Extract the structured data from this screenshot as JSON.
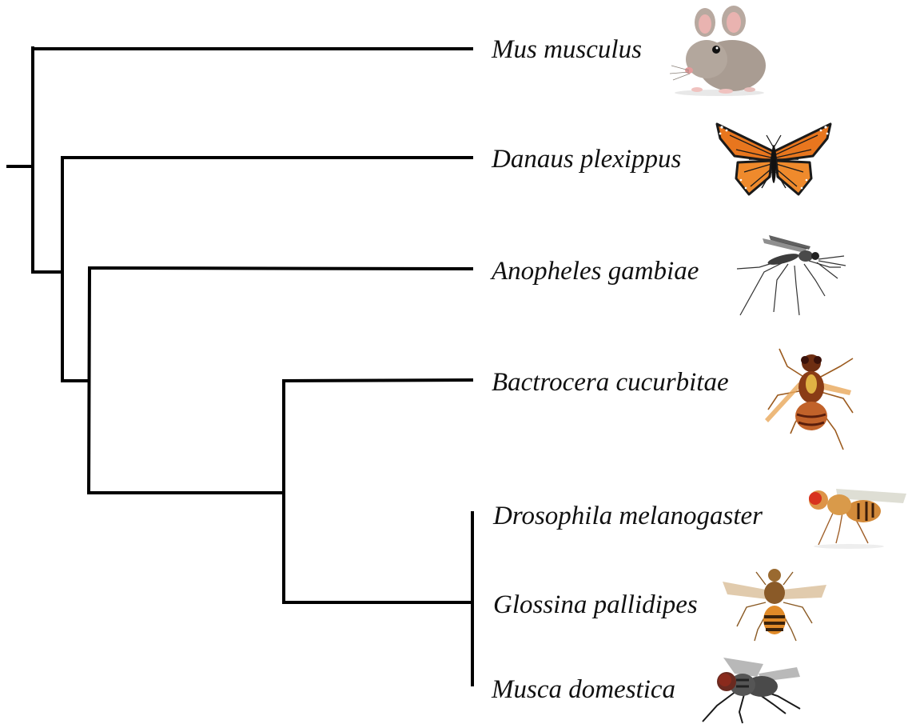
{
  "taxa": [
    {
      "label": "Mus musculus",
      "icon": "mouse-icon"
    },
    {
      "label": "Danaus plexippus",
      "icon": "monarch-butterfly-icon"
    },
    {
      "label": "Anopheles gambiae",
      "icon": "mosquito-icon"
    },
    {
      "label": "Bactrocera cucurbitae",
      "icon": "melon-fly-icon"
    },
    {
      "label": "Drosophila melanogaster",
      "icon": "fruit-fly-icon"
    },
    {
      "label": "Glossina pallidipes",
      "icon": "tsetse-fly-icon"
    },
    {
      "label": "Musca domestica",
      "icon": "house-fly-icon"
    }
  ],
  "tree": "(Mus musculus,(Danaus plexippus,(Anopheles gambiae,(Bactrocera cucurbitae,(Drosophila melanogaster,Glossina pallidipes,Musca domestica)))))",
  "colors": {
    "branch": "#000000",
    "butterfly_orange": "#e8761e",
    "fly_amber": "#c7702a",
    "mouse_grey": "#9c8f86"
  }
}
